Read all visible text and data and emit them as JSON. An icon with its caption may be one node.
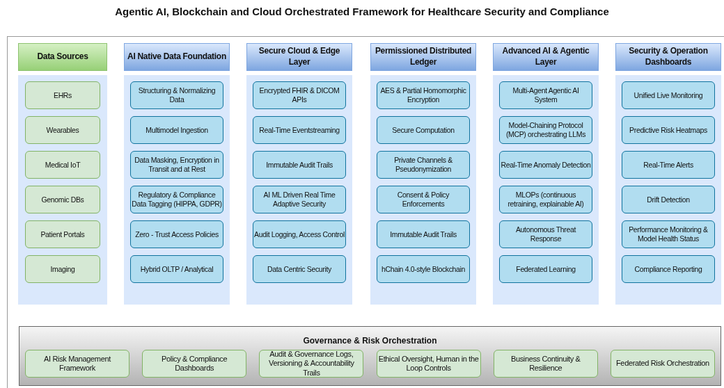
{
  "diagram": {
    "title": "Agentic AI, Blockchain and Cloud Orchestrated Framework for Healthcare Security and Compliance",
    "nodes": [
      {
        "text": [
          "Data Sources"
        ]
      },
      {
        "text": [],
        "shape": "box"
      },
      {
        "text": [
          "EHRs"
        ],
        "in": 1
      },
      {
        "text": [
          "Wearables"
        ],
        "in": 1
      },
      {
        "text": [
          "Medical IoT"
        ],
        "in": 1
      },
      {
        "text": [
          "Genomic DBs"
        ],
        "in": 1
      },
      {
        "text": [
          "Patient Portals"
        ],
        "in": 1
      },
      {
        "text": [
          "Imaging"
        ],
        "in": 1
      },
      {
        "text": [
          "AI Native Data Foundation"
        ]
      },
      {
        "text": [],
        "shape": "box"
      },
      {
        "text": [
          "Structuring & Normalizing Data"
        ],
        "in": 9
      },
      {
        "text": [
          "Multimodel Ingestion"
        ],
        "in": 9
      },
      {
        "text": [
          "Data Masking, Encryption in Transit and at Rest"
        ],
        "in": 9
      },
      {
        "text": [
          "Regulatory & Compliance Data Tagging (HIPPA, GDPR)"
        ],
        "in": 9
      },
      {
        "text": [
          "Zero - Trust Access Policies"
        ],
        "in": 9
      },
      {
        "text": [
          "Hybrid OLTP / Analytical"
        ],
        "in": 9
      },
      {
        "text": [
          "Secure Cloud & Edge Layer"
        ]
      },
      {
        "text": [],
        "shape": "box"
      },
      {
        "text": [
          "Encrypted FHIR & DICOM APIs"
        ],
        "in": 17
      },
      {
        "text": [
          "Real-Time Eventstreaming"
        ],
        "in": 17
      },
      {
        "text": [
          "Immutable Audit Trails"
        ],
        "in": 17
      },
      {
        "text": [
          "AI ML Driven Real Time Adaptive Security"
        ],
        "in": 17
      },
      {
        "text": [
          "Audit Logging, Access Control"
        ],
        "in": 17
      },
      {
        "text": [
          "Data Centric Security"
        ],
        "in": 17
      },
      {
        "text": [
          "Permissioned Distributed Ledger"
        ]
      },
      {
        "text": [],
        "shape": "box"
      },
      {
        "text": [
          "AES & Partial Homomorphic Encryption"
        ],
        "in": 25
      },
      {
        "text": [
          "Secure Computation"
        ],
        "in": 25
      },
      {
        "text": [
          "Private Channels & Pseudonymization"
        ],
        "in": 25
      },
      {
        "text": [
          "Consent & Policy Enforcements"
        ],
        "in": 25
      },
      {
        "text": [
          "Immutable Audit Trails"
        ],
        "in": 25
      },
      {
        "text": [
          "hChain 4.0-style Blockchain"
        ],
        "in": 25
      },
      {
        "text": [
          "Advanced AI & Agentic Layer"
        ]
      },
      {
        "text": [],
        "shape": "box"
      },
      {
        "text": [
          "Multi-Agent Agentic AI System"
        ],
        "in": 33
      },
      {
        "text": [
          "Model-Chaining Protocol (MCP) orchestrating LLMs"
        ],
        "in": 33
      },
      {
        "text": [
          "Real-Time Anomaly Detection"
        ],
        "in": 33
      },
      {
        "text": [
          "MLOPs (continuous retraining, explainable AI)"
        ],
        "in": 33
      },
      {
        "text": [
          "Autonomous Threat Response"
        ],
        "in": 33
      },
      {
        "text": [
          "Federated Learning"
        ],
        "in": 33
      },
      {
        "text": [
          "Security & Operation Dashboards"
        ]
      },
      {
        "text": [],
        "shape": "box"
      },
      {
        "text": [
          "Unified Live Monitoring"
        ],
        "in": 41
      },
      {
        "text": [
          "Predictive Risk Heatmaps"
        ],
        "in": 41
      },
      {
        "text": [
          "Real-Time Alerts"
        ],
        "in": 41
      },
      {
        "text": [
          "Drift Detection"
        ],
        "in": 41
      },
      {
        "text": [
          "Performance Monitoring & Model Health Status"
        ],
        "in": 41
      },
      {
        "text": [
          "Compliance Reporting"
        ],
        "in": 41
      },
      {
        "text": [
          "Governance & Risk Orchestration"
        ]
      },
      {
        "text": [
          "AI Risk Management Framework"
        ],
        "in": 48
      },
      {
        "text": [
          "Policy & Compliance Dashboards"
        ],
        "in": 48
      },
      {
        "text": [
          "Audit & Governance Logs, Versioning & Accountability Trails"
        ],
        "in": 48
      },
      {
        "text": [
          "Ethical Oversight, Human in the Loop Controls"
        ],
        "in": 48
      },
      {
        "text": [
          "Business Continuity & Resilience"
        ],
        "in": 48
      },
      {
        "text": [
          "Federated Risk Orchestration"
        ],
        "in": 48
      }
    ]
  }
}
